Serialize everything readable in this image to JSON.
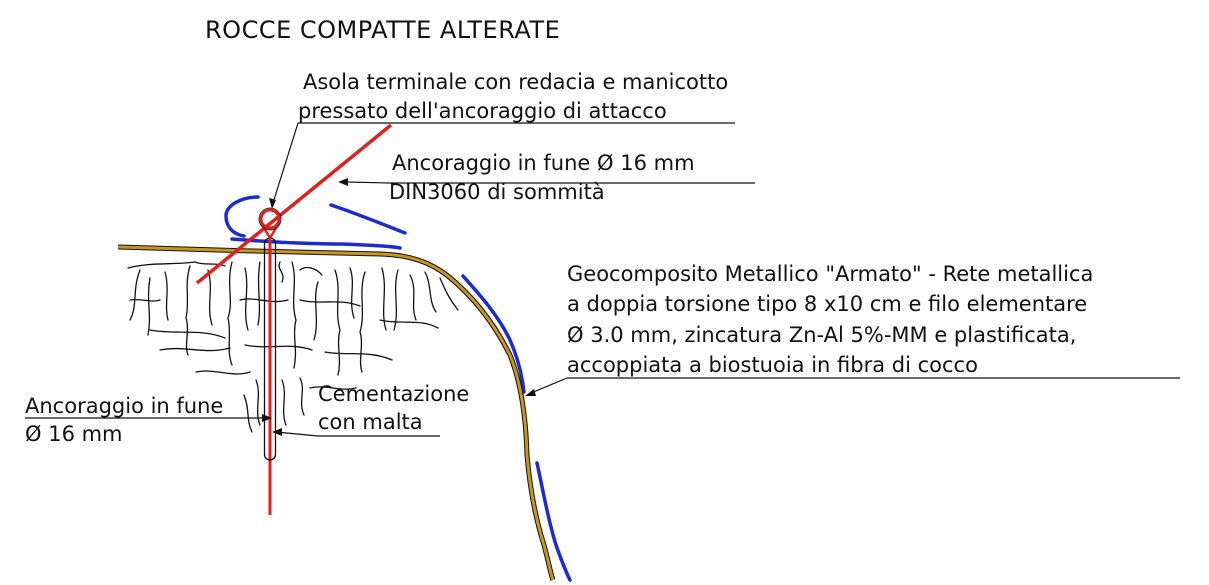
{
  "title": "ROCCE COMPATTE  ALTERATE",
  "labels": {
    "asola_line1": "Asola terminale con redacia e manicotto",
    "asola_line2": "pressato dell'ancoraggio di attacco",
    "ancoraggio_top_line1": "Ancoraggio in fune Ø 16 mm",
    "ancoraggio_top_line2": "DIN3060 di sommità",
    "geocomposito_line1": "Geocomposito Metallico \"Armato\" - Rete metallica",
    "geocomposito_line2": "a doppia torsione tipo  8 x10 cm e  filo elementare",
    "geocomposito_line3": "Ø 3.0 mm, zincatura Zn-Al 5%-MM e plastificata,",
    "geocomposito_line4": "accoppiata a biostuoia in fibra di cocco",
    "ancoraggio_left_line1": "Ancoraggio in fune",
    "ancoraggio_left_line2": "Ø 16 mm",
    "cementazione_line1": "Cementazione",
    "cementazione_line2": "con malta"
  },
  "colors": {
    "anchor": "#e0201b",
    "net": "#1a2ccf",
    "ground": "#c8961e",
    "ink": "#111111"
  }
}
